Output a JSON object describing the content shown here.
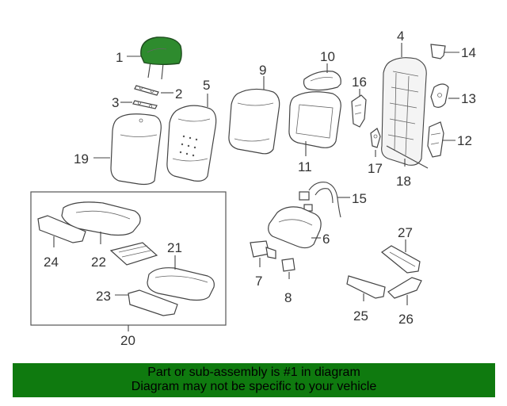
{
  "callouts": {
    "c1": "1",
    "c2": "2",
    "c3": "3",
    "c4": "4",
    "c5": "5",
    "c6": "6",
    "c7": "7",
    "c8": "8",
    "c9": "9",
    "c10": "10",
    "c11": "11",
    "c12": "12",
    "c13": "13",
    "c14": "14",
    "c15": "15",
    "c16": "16",
    "c17": "17",
    "c18": "18",
    "c19": "19",
    "c20": "20",
    "c21": "21",
    "c22": "22",
    "c23": "23",
    "c24": "24",
    "c25": "25",
    "c26": "26",
    "c27": "27"
  },
  "highlighted_part": "1",
  "colors": {
    "highlight": "#2e8b2e",
    "banner_bg": "#0f7a0f",
    "line": "#444444"
  },
  "banner": {
    "line1": "Part or sub-assembly is #1 in diagram",
    "line2": "Diagram may not be specific to your vehicle"
  }
}
